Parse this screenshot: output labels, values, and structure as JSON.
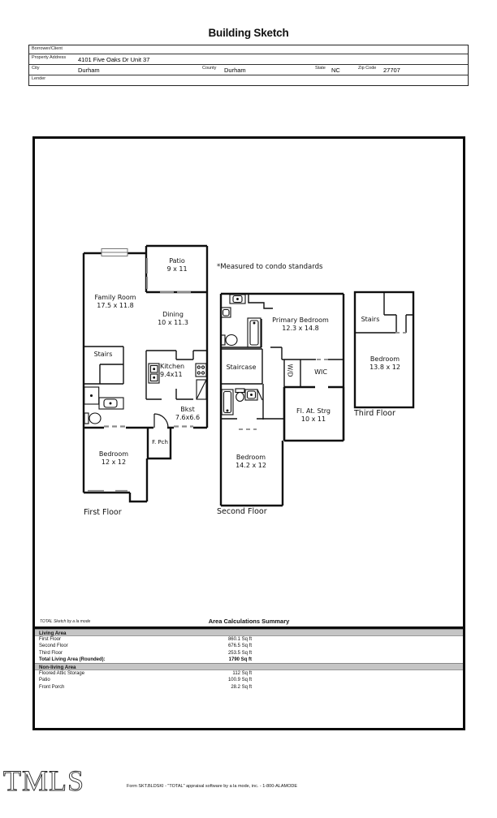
{
  "title": "Building Sketch",
  "header": {
    "borrower_label": "Borrower/Client",
    "address_label": "Property Address",
    "address_value": "4101 Five Oaks Dr Unit 37",
    "city_label": "City",
    "city_value": "Durham",
    "county_label": "County",
    "county_value": "Durham",
    "state_label": "State",
    "state_value": "NC",
    "zip_label": "Zip Code",
    "zip_value": "27707",
    "lender_label": "Lender"
  },
  "sketch": {
    "note": "*Measured to condo standards",
    "floors": [
      {
        "label": "First Floor",
        "rooms": [
          {
            "name": "Patio",
            "dims": "9 x 11"
          },
          {
            "name": "Family Room",
            "dims": "17.5 x 11.8"
          },
          {
            "name": "Dining",
            "dims": "10 x 11.3"
          },
          {
            "name": "Stairs",
            "dims": ""
          },
          {
            "name": "Kitchen",
            "dims": "9.4x11"
          },
          {
            "name": "Bkst",
            "dims": "7.6x6.6"
          },
          {
            "name": "F. Pch",
            "dims": ""
          },
          {
            "name": "Bedroom",
            "dims": "12 x 12"
          }
        ]
      },
      {
        "label": "Second Floor",
        "rooms": [
          {
            "name": "Primary Bedroom",
            "dims": "12.3 x 14.8"
          },
          {
            "name": "Staircase",
            "dims": ""
          },
          {
            "name": "W/D",
            "dims": ""
          },
          {
            "name": "WIC",
            "dims": ""
          },
          {
            "name": "Fl. At. Strg",
            "dims": "10 x 11"
          },
          {
            "name": "Bedroom",
            "dims": "14.2 x 12"
          }
        ]
      },
      {
        "label": "Third Floor",
        "rooms": [
          {
            "name": "Stairs",
            "dims": ""
          },
          {
            "name": "Bedroom",
            "dims": "13.8 x 12"
          }
        ]
      }
    ]
  },
  "summary": {
    "brand": "TOTAL Sketch by a la mode",
    "title": "Area Calculations Summary",
    "living_header": "Living Area",
    "living_rows": [
      {
        "label": "First Floor",
        "value": "860.1 Sq ft"
      },
      {
        "label": "Second Floor",
        "value": "676.5 Sq ft"
      },
      {
        "label": "Third Floor",
        "value": "253.5 Sq ft"
      }
    ],
    "total_label": "Total Living Area (Rounded):",
    "total_value": "1790 Sq ft",
    "nonliving_header": "Non-living Area",
    "nonliving_rows": [
      {
        "label": "Floored Attic Storage",
        "value": "112 Sq ft"
      },
      {
        "label": "Patio",
        "value": "100.9 Sq ft"
      },
      {
        "label": "Front Porch",
        "value": "28.2 Sq ft"
      }
    ]
  },
  "footer": {
    "text": "Form SKT.BLDSKI - \"TOTAL\" appraisal software by a la mode, inc. - 1-800-ALAMODE"
  },
  "watermark": "TMLS"
}
